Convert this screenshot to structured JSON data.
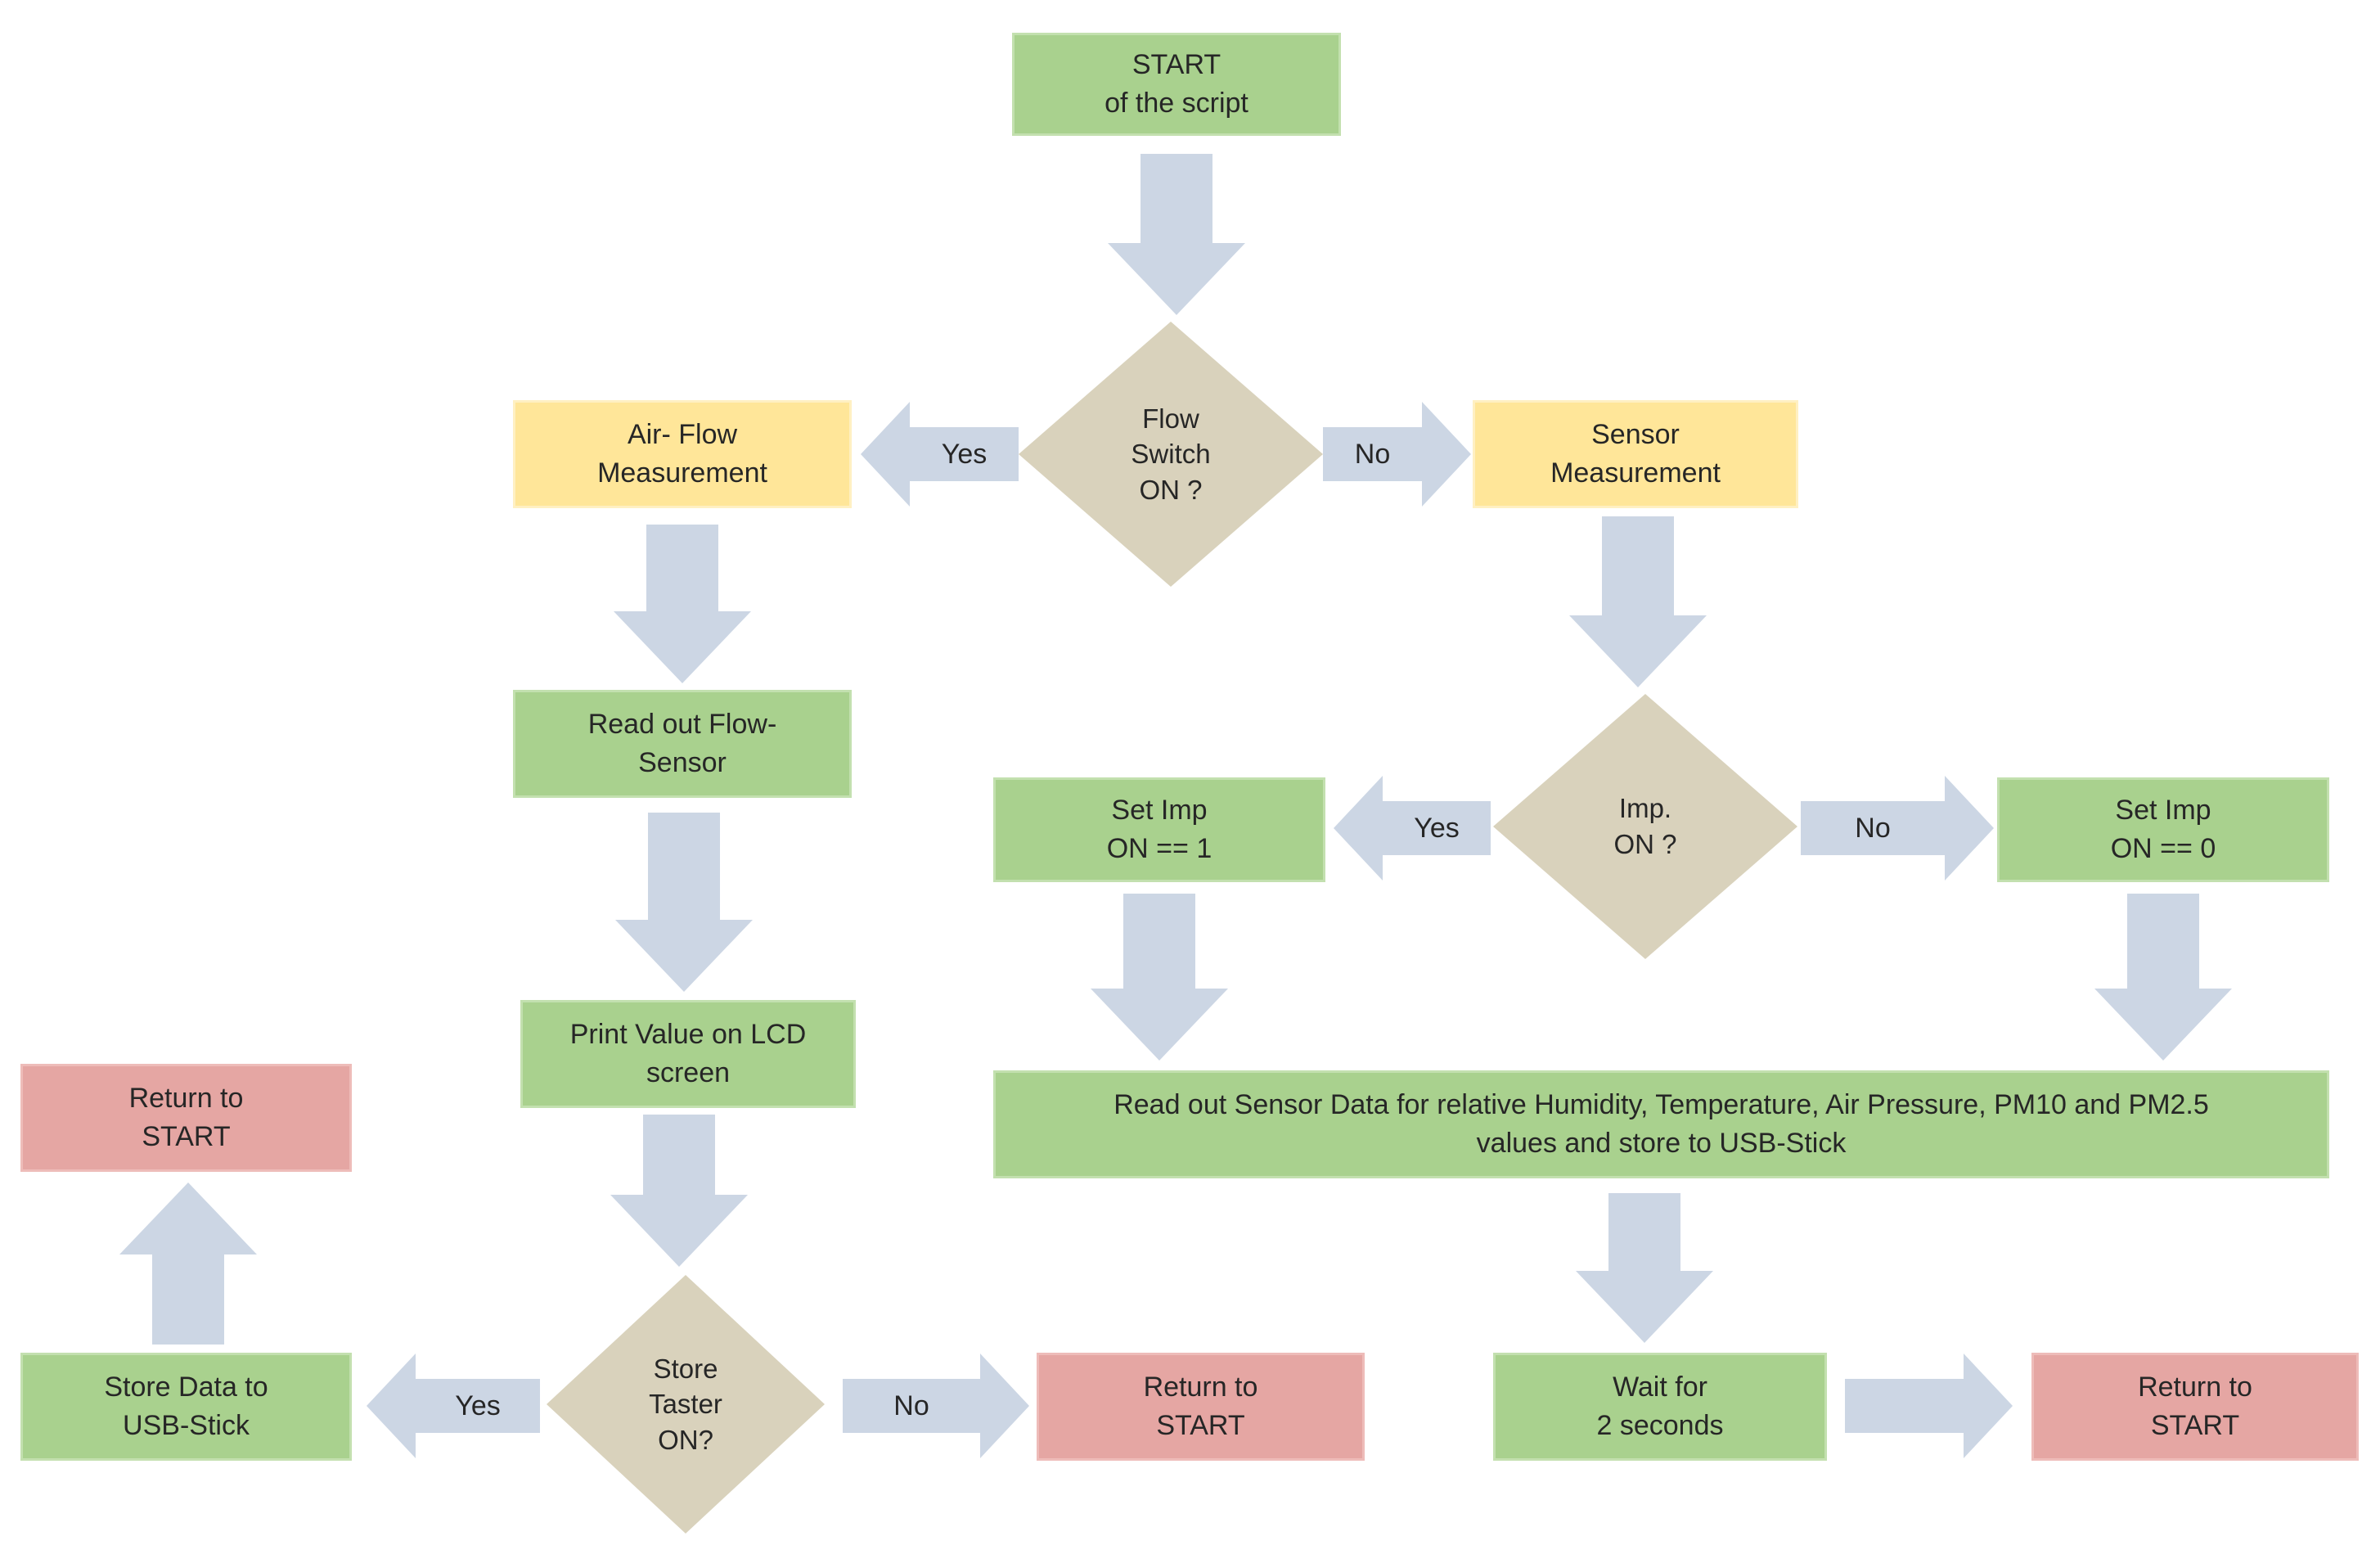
{
  "colors": {
    "process_green": "#a9d18e",
    "measure_yellow": "#ffe699",
    "decision_tan": "#d9d2bc",
    "terminal_red": "#e5a6a3",
    "arrow_blue": "#ccd6e4",
    "text": "#262626",
    "background": "#ffffff"
  },
  "nodes": {
    "start": {
      "type": "start",
      "label": "START\nof the script"
    },
    "flow_switch": {
      "type": "decision",
      "label": "Flow\nSwitch\nON ?"
    },
    "air_flow": {
      "type": "measurement",
      "label": "Air- Flow\nMeasurement"
    },
    "sensor_measurement": {
      "type": "measurement",
      "label": "Sensor\nMeasurement"
    },
    "read_out_flow": {
      "type": "process",
      "label": "Read out Flow-\nSensor"
    },
    "print_value": {
      "type": "process",
      "label": "Print Value on LCD\nscreen"
    },
    "store_taster": {
      "type": "decision",
      "label": "Store\nTaster\nON?"
    },
    "store_data": {
      "type": "process",
      "label": "Store Data to\nUSB-Stick"
    },
    "return_left": {
      "type": "terminal",
      "label": "Return to\nSTART"
    },
    "return_center": {
      "type": "terminal",
      "label": "Return to\nSTART"
    },
    "imp_on": {
      "type": "decision",
      "label": "Imp.\nON ?"
    },
    "set_imp_1": {
      "type": "process",
      "label": "Set Imp\nON == 1"
    },
    "set_imp_0": {
      "type": "process",
      "label": "Set Imp\nON == 0"
    },
    "read_out_sensor_data": {
      "type": "process",
      "label": "Read out Sensor Data for relative Humidity, Temperature, Air Pressure, PM10 and PM2.5\nvalues and store to USB-Stick"
    },
    "wait": {
      "type": "process",
      "label": "Wait for\n2 seconds"
    },
    "return_right": {
      "type": "terminal",
      "label": "Return to\nSTART"
    }
  },
  "edge_labels": {
    "flow_yes": "Yes",
    "flow_no": "No",
    "imp_yes": "Yes",
    "imp_no": "No",
    "store_yes": "Yes",
    "store_no": "No"
  }
}
